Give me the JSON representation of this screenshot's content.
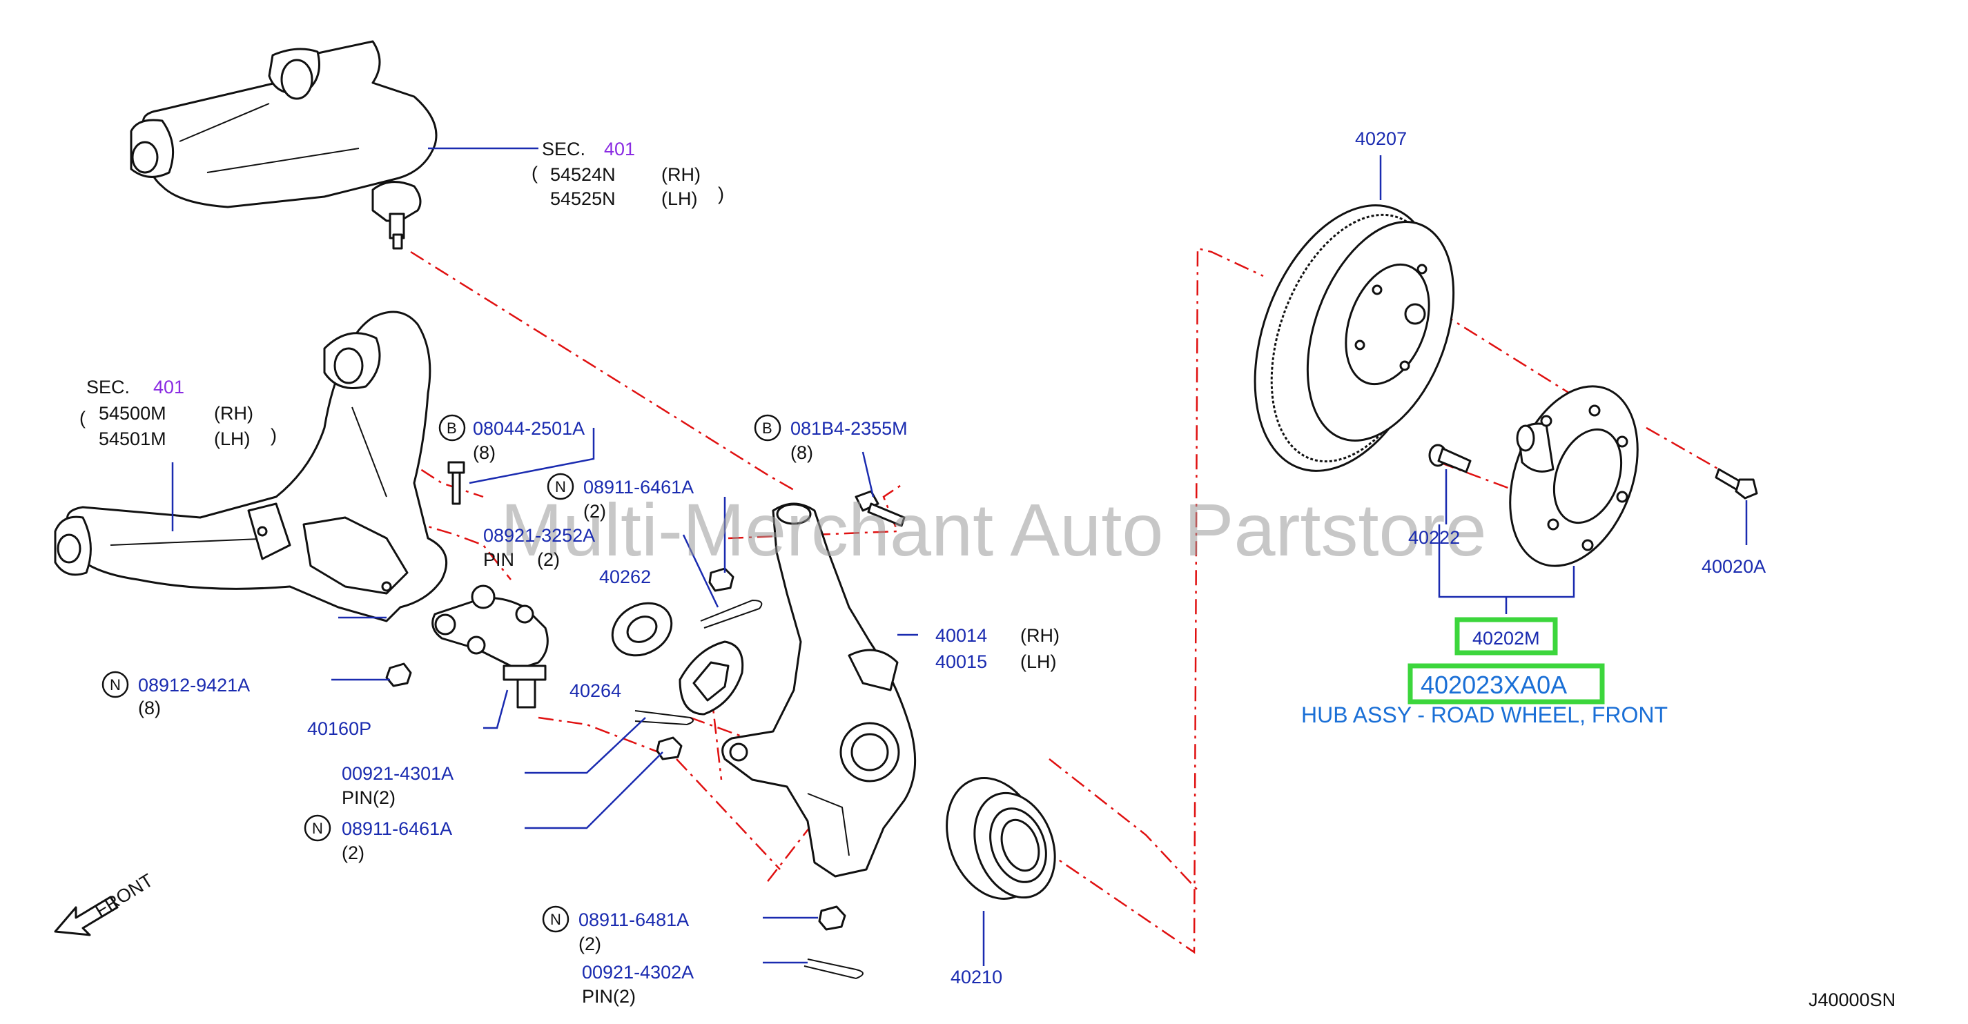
{
  "sections": {
    "upper_arm": {
      "sec": "SEC.",
      "num": "401",
      "rh": "54524N",
      "rh_side": "(RH)",
      "lh": "54525N",
      "lh_side": "(LH)"
    },
    "lower_arm": {
      "sec": "SEC.",
      "num": "401",
      "rh": "54500M",
      "rh_side": "(RH)",
      "lh": "54501M",
      "lh_side": "(LH)"
    }
  },
  "labels": {
    "bolt_08044": {
      "badge": "B",
      "code": "08044-2501A",
      "qty": "(8)"
    },
    "nut_08911_a": {
      "badge": "N",
      "code": "08911-6461A",
      "qty": "(2)"
    },
    "pin_08921": {
      "code": "08921-3252A",
      "kind": "PIN",
      "qty": "(2)"
    },
    "bolt_081B4": {
      "badge": "B",
      "code": "081B4-2355M",
      "qty": "(8)"
    },
    "washer_40262": "40262",
    "seal_40264": "40264",
    "knuckle_rh": {
      "code": "40014",
      "side": "(RH)"
    },
    "knuckle_lh": {
      "code": "40015",
      "side": "(LH)"
    },
    "nut_08912": {
      "badge": "N",
      "code": "08912-9421A",
      "qty": "(8)"
    },
    "balljoint_40160P": "40160P",
    "pin_00921_4301": {
      "code": "00921-4301A",
      "kind": "PIN(2)"
    },
    "nut_08911_b": {
      "badge": "N",
      "code": "08911-6461A",
      "qty": "(2)"
    },
    "nut_08911_6481": {
      "badge": "N",
      "code": "08911-6481A",
      "qty": "(2)"
    },
    "pin_00921_4302": {
      "code": "00921-4302A",
      "kind": "PIN(2)"
    },
    "bearing_40210": "40210",
    "rotor_40207": "40207",
    "stud_40222": "40222",
    "nut_40020A": "40020A",
    "hub_40202M": "40202M",
    "hub_part_number": "402023XA0A",
    "hub_description": "HUB ASSY - ROAD WHEEL, FRONT",
    "front_arrow": "FRONT",
    "diagram_code": "J40000SN"
  },
  "watermark": "Multi-Merchant Auto Partstore",
  "colors": {
    "callout": "#1a2bb0",
    "section_num": "#8a2be2",
    "highlight": "#3cd63c",
    "hub_text": "#1a6fd6",
    "dash": "#e01010"
  }
}
